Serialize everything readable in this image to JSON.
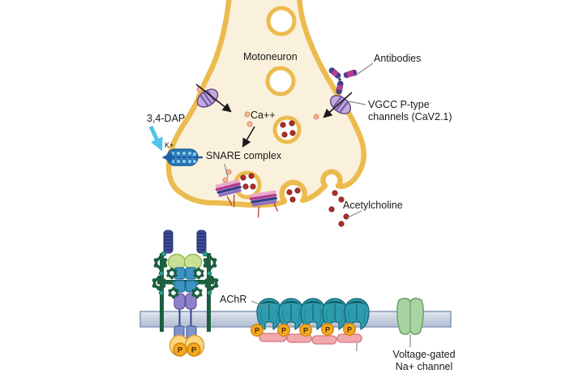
{
  "diagram": {
    "labels": {
      "motoneuron": "Motoneuron",
      "antibodies": "Antibodies",
      "vgcc_line1": "VGCC  P-type",
      "vgcc_line2": "channels (CaV2.1)",
      "dap": "3,4-DAP",
      "k_plus": "K+",
      "ca": "Ca++",
      "snare": "SNARE complex",
      "acetylcholine": "Acetylcholine",
      "achr": "AChR",
      "nav_line1": "Voltage-gated",
      "nav_line2": "Na+ channel",
      "p": "P"
    },
    "colors": {
      "neuron_fill": "#FAF1DC",
      "neuron_border": "#ECBB4F",
      "ach_dot": "#A93128",
      "ca_dot": "#F0B598",
      "vgcc_purple": "#C3ABDB",
      "k_channel_blue": "#2979B8",
      "dap_arrow_cyan": "#4FC3EA",
      "antibody_indigo": "#474090",
      "antibody_magenta": "#C03A92",
      "membrane_fill": "#B6C2D6",
      "membrane_edge": "#8C9CBA",
      "achr_teal": "#2D9DAE",
      "p_orange": "#F5A820",
      "rapsyn_pink": "#F2A9AE",
      "na_channel_green": "#A8D4A1",
      "musk_green": "#1C5E40",
      "kinase_yellow": "#FBD77F"
    }
  }
}
